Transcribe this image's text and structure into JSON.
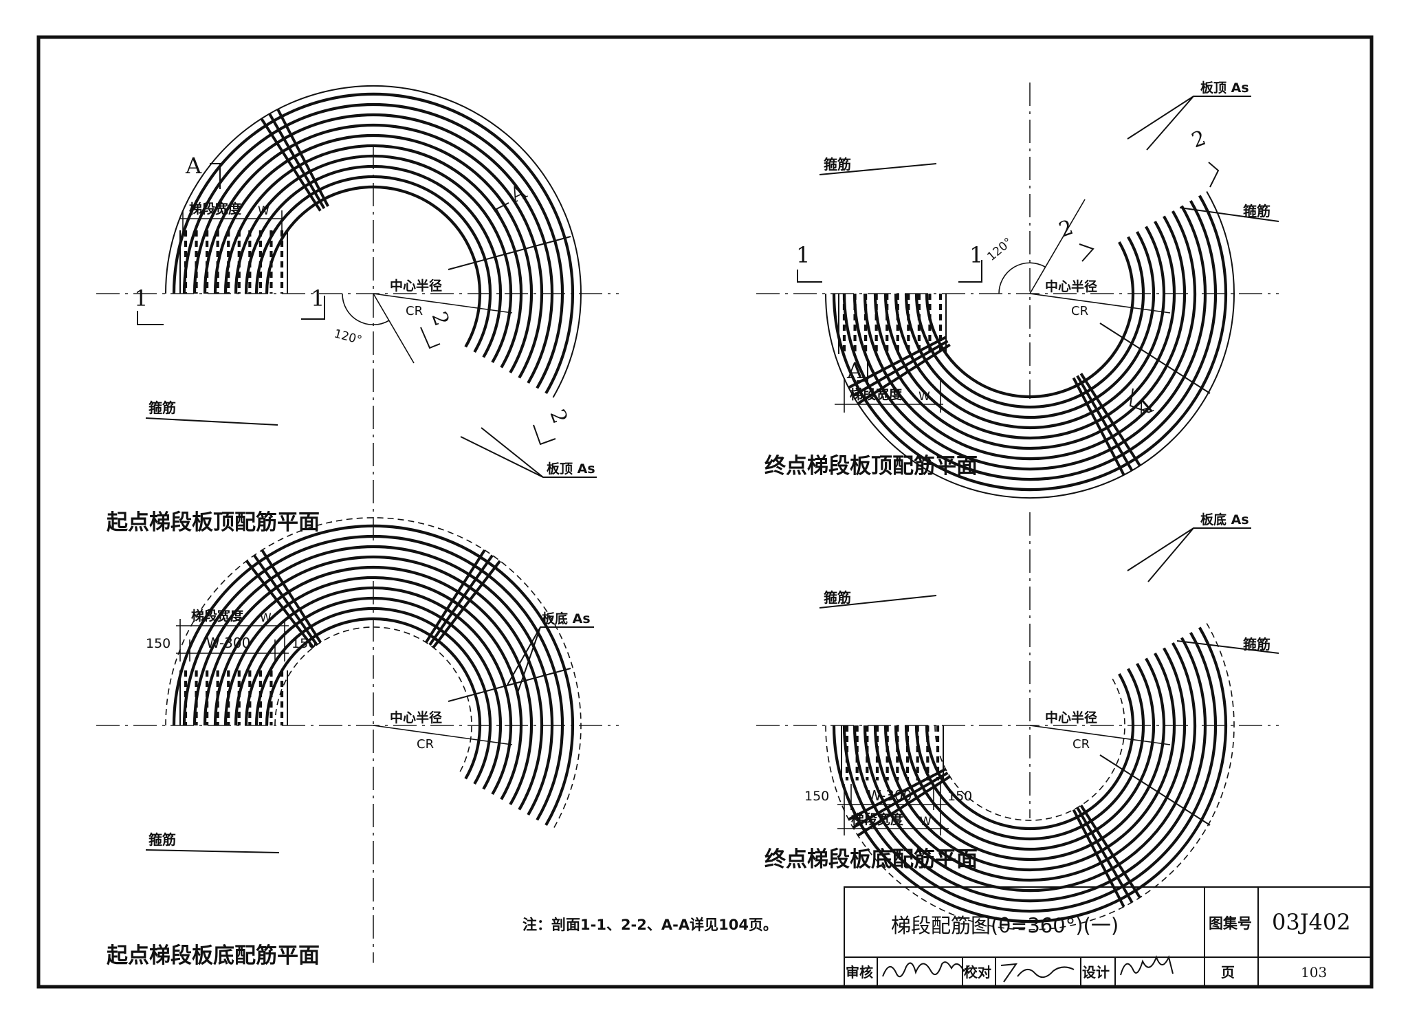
{
  "plans": {
    "start_top": {
      "caption": "起点梯段板顶配筋平面",
      "width_label": "梯段宽度",
      "width_unit": "W",
      "section_a": "A",
      "section_1": "1",
      "section_2": "2",
      "center_radius": "中心半径",
      "cr": "CR",
      "angle": "120°",
      "stirrup": "箍筋",
      "top_as": "板顶 As"
    },
    "end_top": {
      "caption": "终点梯段板顶配筋平面",
      "width_label": "梯段宽度",
      "width_unit": "W",
      "section_a": "A",
      "section_1": "1",
      "section_2": "2",
      "center_radius": "中心半径",
      "cr": "CR",
      "angle": "120°",
      "stirrup_a": "箍筋",
      "stirrup_b": "箍筋",
      "top_as": "板顶 As"
    },
    "start_bottom": {
      "caption": "起点梯段板底配筋平面",
      "width_label": "梯段宽度",
      "width_unit": "W",
      "inner_width": "W-300",
      "edge_left": "150",
      "edge_right": "150",
      "center_radius": "中心半径",
      "cr": "CR",
      "stirrup": "箍筋",
      "bottom_as": "板底 As"
    },
    "end_bottom": {
      "caption": "终点梯段板底配筋平面",
      "width_label": "梯段宽度",
      "width_unit": "W",
      "inner_width": "W-300",
      "edge_left": "150",
      "edge_right": "150",
      "center_radius": "中心半径",
      "cr": "CR",
      "stirrup_a": "箍筋",
      "stirrup_b": "箍筋",
      "bottom_as": "板底 As"
    }
  },
  "note": "注：剖面1-1、2-2、A-A详见104页。",
  "title_block": {
    "title": "梯段配筋图(θ=360°)(一)",
    "atlas_label": "图集号",
    "atlas_no": "03J402",
    "review_label": "审核",
    "check_label": "校对",
    "design_label": "设计",
    "page_label": "页",
    "page_no": "103"
  }
}
